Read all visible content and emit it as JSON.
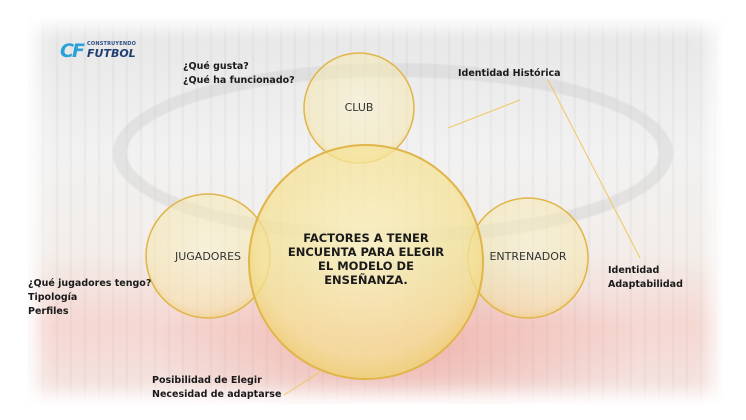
{
  "logo": {
    "mark": "CF",
    "small_text": "CONSTRUYENDO",
    "big_text": "FUTBOL"
  },
  "diagram": {
    "center": {
      "lines": [
        "FACTORES A TENER",
        "ENCUENTA PARA ELEGIR",
        "EL MODELO DE",
        "ENSEÑANZA."
      ]
    },
    "nodes": {
      "club": "CLUB",
      "jugadores": "JUGADORES",
      "entrenador": "ENTRENADOR"
    },
    "colors": {
      "circle_fill": "#f7e9a8",
      "circle_stroke": "#e0b54a",
      "line": "#f0c860"
    }
  },
  "notes": {
    "club_questions": [
      "¿Qué gusta?",
      "¿Qué ha funcionado?"
    ],
    "club_identity": [
      "Identidad Histórica"
    ],
    "coach": [
      "Identidad",
      "Adaptabilidad"
    ],
    "players": [
      "¿Qué jugadores tengo?",
      "Tipología",
      "Perfiles"
    ],
    "bottom": [
      "Posibilidad de Elegir",
      "Necesidad de adaptarse"
    ]
  }
}
